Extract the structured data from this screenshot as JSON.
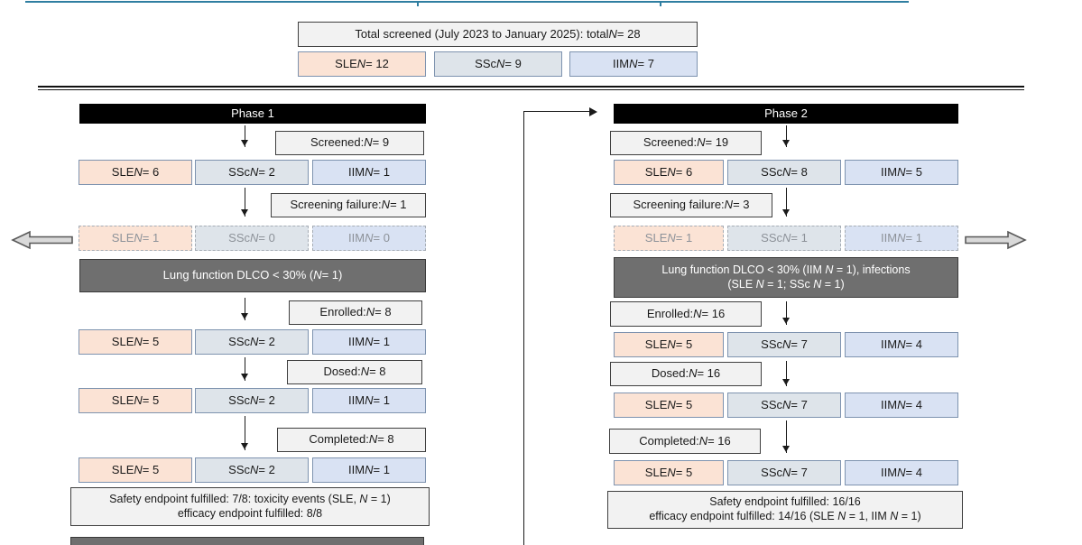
{
  "colors": {
    "sle_fill": "#fbe3d5",
    "ssc_fill": "#dee4ea",
    "iim_fill": "#d9e2f3",
    "cell_border": "#7e93af",
    "dashed_border": "#a6adb5",
    "dashed_text": "#8d9299",
    "label_fill": "#f2f2f2",
    "label_border": "#3f3f3f",
    "dark_fill": "#6f6f6f",
    "header_fill": "#000000",
    "link_teal": "#2f7ea1",
    "arrow_fill": "#d9d9d9",
    "arrow_stroke": "#595959"
  },
  "top": {
    "total_label": "Total screened (July 2023 to January 2025): total N = 28",
    "sle": "SLE N = 12",
    "ssc": "SSc N = 9",
    "iim": "IIM N = 7"
  },
  "phase1": {
    "title": "Phase 1",
    "screened": "Screened: N = 9",
    "screening_failure": "Screening failure: N = 1",
    "enrolled": "Enrolled: N = 8",
    "dosed": "Dosed: N = 8",
    "completed": "Completed: N = 8",
    "exclusion": "Lung function DLCO < 30% (N = 1)",
    "rows": {
      "screened": {
        "sle": "SLE N = 6",
        "ssc": "SSc N = 2",
        "iim": "IIM N = 1"
      },
      "dropout": {
        "sle": "SLE N = 1",
        "ssc": "SSc N = 0",
        "iim": "IIM N = 0"
      },
      "enrolled": {
        "sle": "SLE N = 5",
        "ssc": "SSc N = 2",
        "iim": "IIM N = 1"
      },
      "dosed": {
        "sle": "SLE N = 5",
        "ssc": "SSc N = 2",
        "iim": "IIM N = 1"
      },
      "completed": {
        "sle": "SLE N = 5",
        "ssc": "SSc N = 2",
        "iim": "IIM N = 1"
      }
    },
    "endpoint_line1": "Safety endpoint fulfilled: 7/8: toxicity events (SLE, N = 1)",
    "endpoint_line2": "efficacy endpoint fulfilled: 8/8"
  },
  "phase2": {
    "title": "Phase 2",
    "screened": "Screened: N = 19",
    "screening_failure": "Screening failure: N = 3",
    "enrolled": "Enrolled: N = 16",
    "dosed": "Dosed: N = 16",
    "completed": "Completed: N = 16",
    "exclusion_line1": "Lung function DLCO < 30% (IIM N = 1), infections",
    "exclusion_line2": "(SLE N = 1; SSc N = 1)",
    "rows": {
      "screened": {
        "sle": "SLE N = 6",
        "ssc": "SSc N = 8",
        "iim": "IIM N = 5"
      },
      "dropout": {
        "sle": "SLE N = 1",
        "ssc": "SSc N = 1",
        "iim": "IIM N = 1"
      },
      "enrolled": {
        "sle": "SLE N = 5",
        "ssc": "SSc N = 7",
        "iim": "IIM N = 4"
      },
      "dosed": {
        "sle": "SLE N = 5",
        "ssc": "SSc N = 7",
        "iim": "IIM N = 4"
      },
      "completed": {
        "sle": "SLE N = 5",
        "ssc": "SSc N = 7",
        "iim": "IIM N = 4"
      }
    },
    "endpoint_line1": "Safety endpoint fulfilled: 16/16",
    "endpoint_line2": "efficacy endpoint fulfilled: 14/16 (SLE N = 1, IIM N = 1)"
  }
}
